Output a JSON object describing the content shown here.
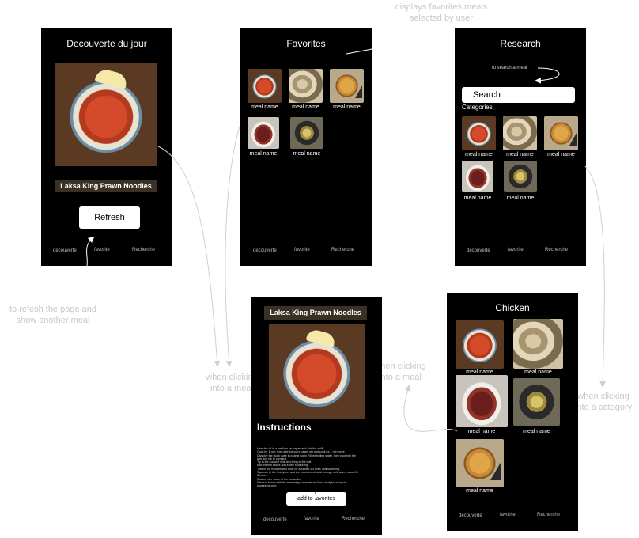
{
  "screens": {
    "decouverte": {
      "title": "Decouverte du jour",
      "meal_name": "Laksa King Prawn Noodles",
      "refresh_label": "Refresh",
      "nav": [
        "decouverte",
        "favorite",
        "Recherche"
      ]
    },
    "favorites": {
      "title": "Favorites",
      "meal_caption": "meal name",
      "nav": [
        "decouverte",
        "favorite",
        "Recherche"
      ]
    },
    "research": {
      "title": "Research",
      "hint": "to search a meal",
      "search_placeholder": "Search",
      "categories_label": "Categories",
      "meal_caption": "meal name",
      "nav": [
        "decouverte",
        "favorite",
        "Recherche"
      ]
    },
    "meal_detail": {
      "title": "Laksa King Prawn Noodles",
      "instructions_heading": "Instructions",
      "instructions_lines": [
        "Heat the oil in a medium saucepan and add the chilli.",
        "Cook for 1 min, then add the curry paste, stir and cook for 1 min more.",
        "Dissolve the stock cube in a large jug in 700ml boiling water, then pour into the pan and stir to combine.",
        "Tip in the coconut milk and bring to the boil.",
        "Add the fish sauce and a little seasoning.",
        "Toss in the noodles and cook for a further 3-4 mins until softening.",
        "Squeeze in the lime juice, add the prawns and cook through until warm, about 2-3 mins.",
        "Scatter over some of the coriander.",
        "Serve in bowls with the remaining coriander and lime wedges on top for squeezing over."
      ],
      "add_button": "add to favorites",
      "nav": [
        "decouverte",
        "favorite",
        "Recherche"
      ]
    },
    "category": {
      "title": "Chicken",
      "meal_caption": "meal name",
      "nav": [
        "decouverte",
        "favorite",
        "Recherche"
      ]
    }
  },
  "annotations": {
    "favorites_note": "displays favorites meals selected by user",
    "refresh_note": "to refesh the page and show another meal",
    "click_meal_1": "when clicking into a  meal",
    "click_meal_2": "when clicking into a  meal",
    "click_category": "when clicking into a category"
  },
  "colors": {
    "screen_bg": "#000000",
    "annotation_text": "#c8c8c8",
    "arrow": "#d0d0d0"
  }
}
